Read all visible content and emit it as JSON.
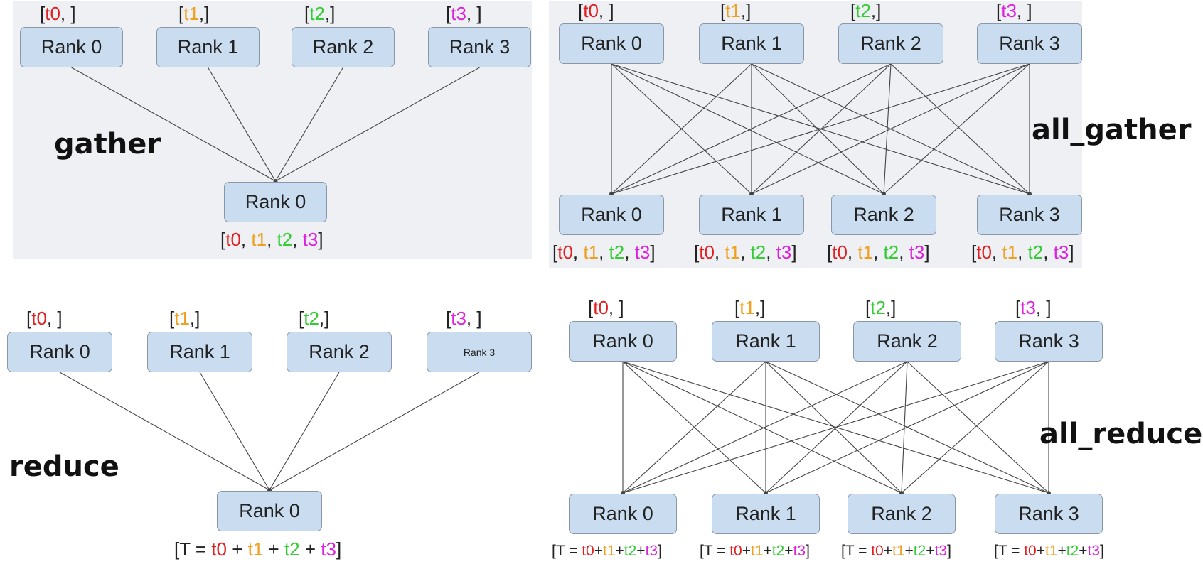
{
  "colors": {
    "t0": "#e02020",
    "t1": "#f0a020",
    "t2": "#33cc33",
    "t3": "#dd22dd",
    "text": "#222222",
    "rank_fill": "#c9dcf0",
    "rank_border": "#8a97a8",
    "panel_bg": "#eef0f4",
    "line": "#444444"
  },
  "rank_labels": [
    "Rank 0",
    "Rank 1",
    "Rank 2",
    "Rank 3"
  ],
  "diagrams": {
    "gather": {
      "label": "gather",
      "inputs": [
        "[t0, ]",
        "[t1,]",
        "[t2,]",
        "[t3, ]"
      ],
      "output_rank": "Rank 0",
      "output": "[t0, t1, t2, t3]"
    },
    "all_gather": {
      "label": "all_gather",
      "inputs": [
        "[t0, ]",
        "[t1,]",
        "[t2,]",
        "[t3, ]"
      ],
      "outputs": [
        "[t0, t1, t2, t3]",
        "[t0, t1, t2, t3]",
        "[t0, t1, t2, t3]",
        "[t0, t1, t2, t3]"
      ]
    },
    "reduce": {
      "label": "reduce",
      "inputs": [
        "[t0, ]",
        "[t1,]",
        "[t2,]",
        "[t3, ]"
      ],
      "output_rank": "Rank 0",
      "output": "[T = t0 + t1 + t2 + t3]"
    },
    "all_reduce": {
      "label": "all_reduce",
      "inputs": [
        "[t0, ]",
        "[t1,]",
        "[t2,]",
        "[t3, ]"
      ],
      "outputs": [
        "[T = t0+t1+t2+t3]",
        "[T = t0+t1+t2+t3]",
        "[T = t0+t1+t2+t3]",
        "[T = t0+t1+t2+t3]"
      ]
    }
  }
}
